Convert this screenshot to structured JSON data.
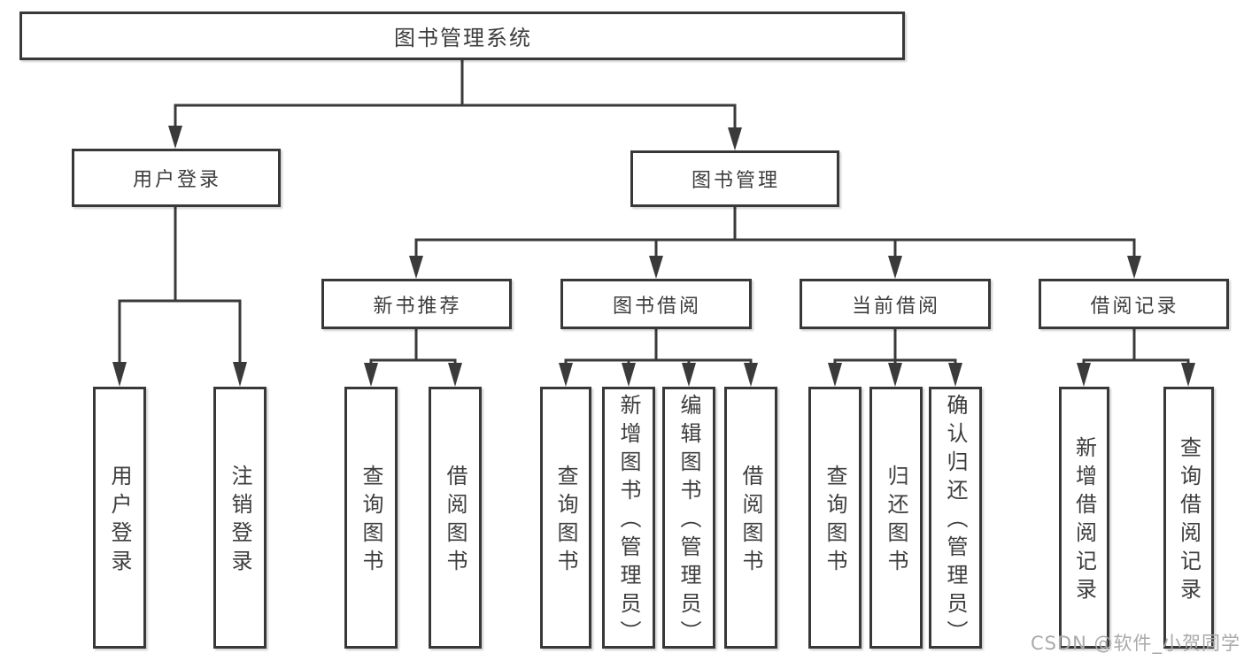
{
  "diagram": {
    "root": {
      "label": "图书管理系统"
    },
    "level2": [
      {
        "label": "用户登录"
      },
      {
        "label": "图书管理"
      }
    ],
    "level3": [
      {
        "label": "新书推荐"
      },
      {
        "label": "图书借阅"
      },
      {
        "label": "当前借阅"
      },
      {
        "label": "借阅记录"
      }
    ],
    "leaves": {
      "user_login": [
        {
          "label": "用户登录"
        },
        {
          "label": "注销登录"
        }
      ],
      "new_book_recommend": [
        {
          "label": "查询图书"
        },
        {
          "label": "借阅图书"
        }
      ],
      "book_borrow": [
        {
          "label": "查询图书"
        },
        {
          "label": "新增图书（管理员）"
        },
        {
          "label": "编辑图书（管理员）"
        },
        {
          "label": "借阅图书"
        }
      ],
      "current_borrow": [
        {
          "label": "查询图书"
        },
        {
          "label": "归还图书"
        },
        {
          "label": "确认归还（管理员）"
        }
      ],
      "borrow_records": [
        {
          "label": "新增借阅记录"
        },
        {
          "label": "查询借阅记录"
        }
      ]
    }
  },
  "watermark": {
    "text": "CSDN @软件_小贺同学"
  },
  "colors": {
    "line": "#3a3a3a",
    "border": "#383838",
    "text": "#3d3d3d",
    "watermark": "#a9a9a9",
    "background": "#ffffff"
  }
}
